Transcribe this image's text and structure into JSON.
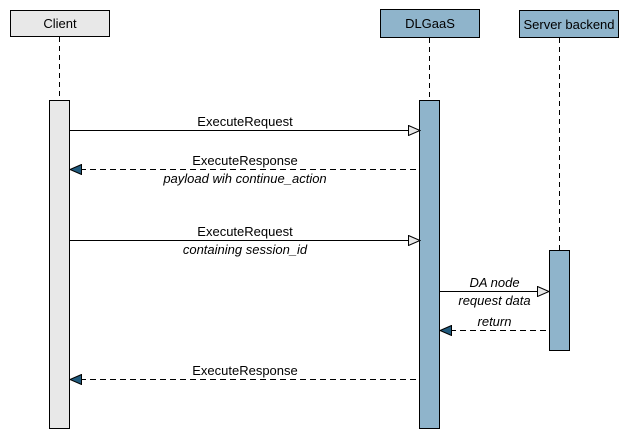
{
  "diagram": {
    "type": "uml-sequence-diagram",
    "participants": [
      {
        "name": "Client",
        "fill": "#e8e8e8"
      },
      {
        "name": "DLGaaS",
        "fill": "#8fb4cb"
      },
      {
        "name": "Server backend",
        "fill": "#8fb4cb"
      }
    ],
    "messages": [
      {
        "from": "Client",
        "to": "DLGaaS",
        "label": "ExecuteRequest",
        "note": "",
        "line": "solid",
        "arrowhead": "open"
      },
      {
        "from": "DLGaaS",
        "to": "Client",
        "label": "ExecuteResponse",
        "note": "payload wih continue_action",
        "line": "dashed",
        "arrowhead": "filled"
      },
      {
        "from": "Client",
        "to": "DLGaaS",
        "label": "ExecuteRequest",
        "note": "containing session_id",
        "line": "solid",
        "arrowhead": "open"
      },
      {
        "from": "DLGaaS",
        "to": "Server backend",
        "label": "DA node",
        "note": "request data",
        "line": "solid",
        "arrowhead": "open"
      },
      {
        "from": "Server backend",
        "to": "DLGaaS",
        "label": "return",
        "note": "",
        "line": "dashed",
        "arrowhead": "filled"
      },
      {
        "from": "DLGaaS",
        "to": "Client",
        "label": "ExecuteResponse",
        "note": "",
        "line": "dashed",
        "arrowhead": "filled"
      }
    ],
    "colors": {
      "participant_blue": "#8fb4cb",
      "participant_gray": "#e8e8e8",
      "filled_arrowhead": "#205a7d",
      "open_arrowhead": "#e8e8e8",
      "line": "#000000",
      "background": "#ffffff"
    }
  }
}
